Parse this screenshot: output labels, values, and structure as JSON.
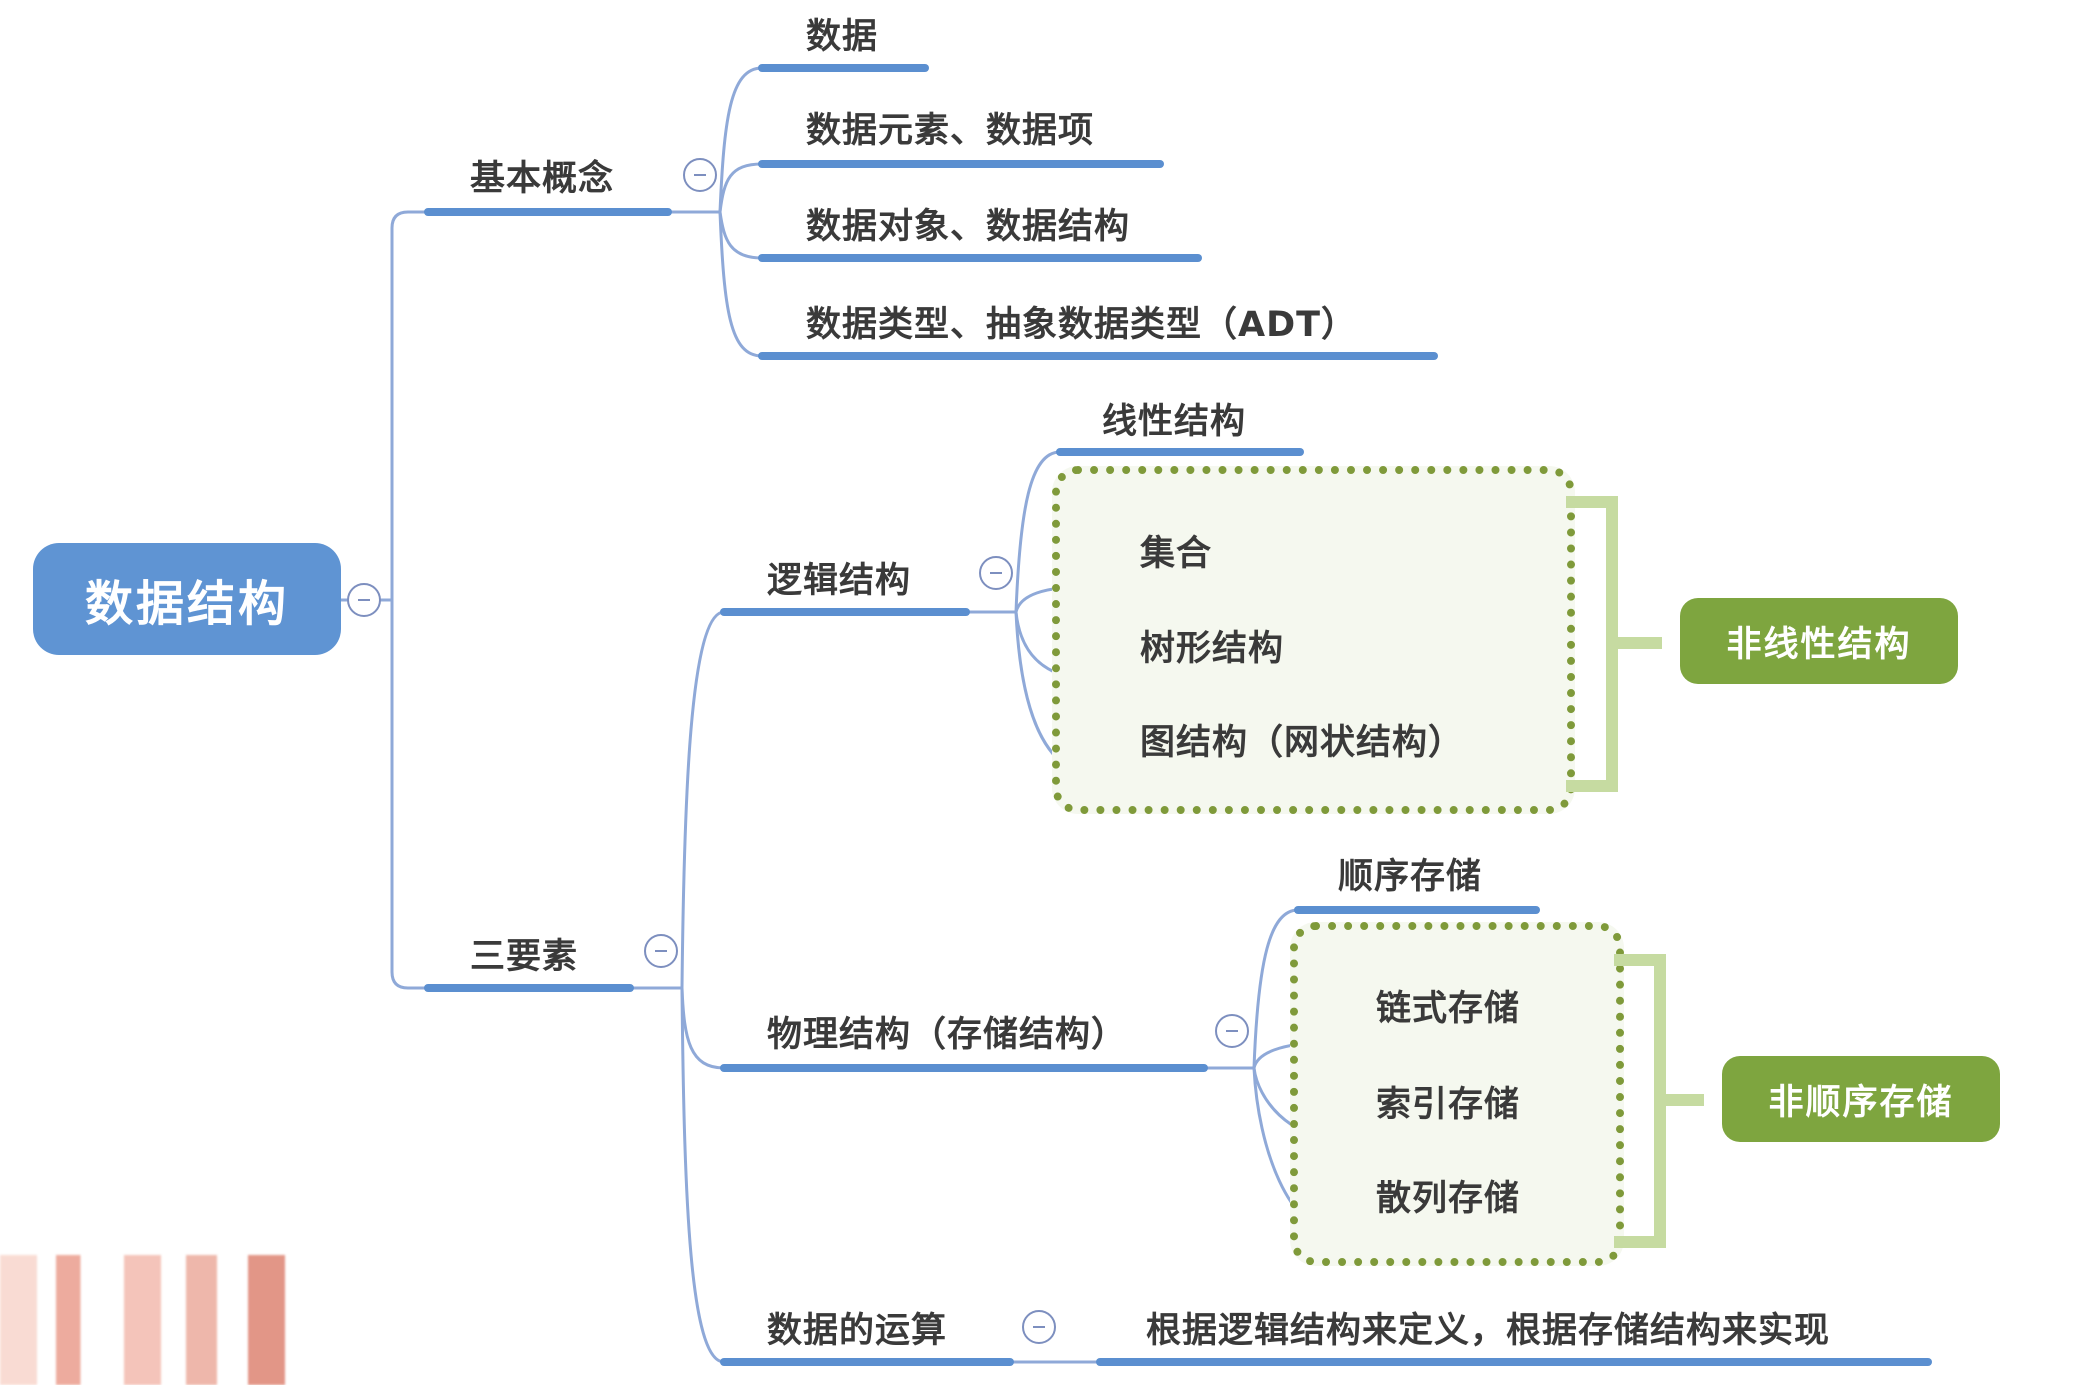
{
  "root": {
    "label": "数据结构"
  },
  "level1": [
    {
      "label": "基本概念",
      "children": [
        "数据",
        "数据元素、数据项",
        "数据对象、数据结构",
        "数据类型、抽象数据类型（ADT）"
      ]
    },
    {
      "label": "三要素",
      "children": [
        {
          "label": "逻辑结构",
          "children": [
            "线性结构",
            "集合",
            "树形结构",
            "图结构（网状结构）"
          ],
          "summary": "非线性结构"
        },
        {
          "label": "物理结构（存储结构）",
          "children": [
            "顺序存储",
            "链式存储",
            "索引存储",
            "散列存储"
          ],
          "summary": "非顺序存储"
        },
        {
          "label": "数据的运算",
          "children": [
            "根据逻辑结构来定义，根据存储结构来实现"
          ]
        }
      ]
    }
  ],
  "colors": {
    "root_fill": "#5f94d3",
    "branch_line": "#5b8fd0",
    "connector": "#8fa9d8",
    "group_border": "#7f9a3a",
    "group_fill": "#f5f8ef",
    "bracket": "#c6dba1",
    "summary_fill": "#7ea53f"
  }
}
